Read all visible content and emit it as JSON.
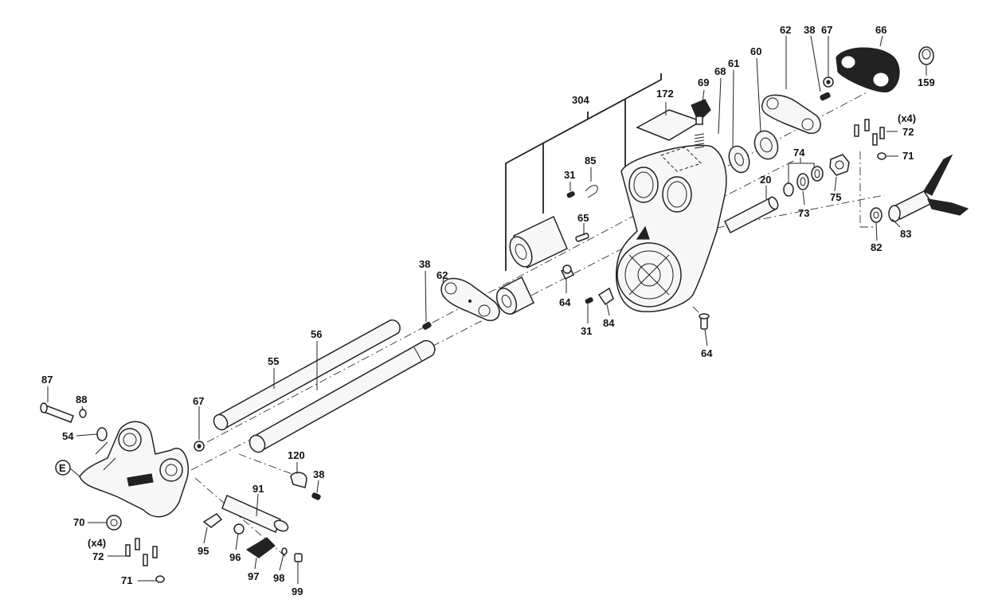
{
  "labels": {
    "p304": "304",
    "p172": "172",
    "p69": "69",
    "p68": "68",
    "p61": "61",
    "p60": "60",
    "p62a": "62",
    "p38a": "38",
    "p67a": "67",
    "p66": "66",
    "p159": "159",
    "p72a": "72",
    "x4a": "(x4)",
    "p71a": "71",
    "p74": "74",
    "p75": "75",
    "p73": "73",
    "p20": "20",
    "p83": "83",
    "p82": "82",
    "p31a": "31",
    "p85": "85",
    "p65": "65",
    "p64a": "64",
    "p31b": "31",
    "p84": "84",
    "p64b": "64",
    "p62b": "62",
    "p38b": "38",
    "p55": "55",
    "p56": "56",
    "p87": "87",
    "p88": "88",
    "p54": "54",
    "p67b": "67",
    "e": "E",
    "p120": "120",
    "p38c": "38",
    "p91": "91",
    "p70": "70",
    "x4b": "(x4)",
    "p72b": "72",
    "p71b": "71",
    "p95": "95",
    "p96": "96",
    "p97": "97",
    "p98": "98",
    "p99": "99"
  }
}
